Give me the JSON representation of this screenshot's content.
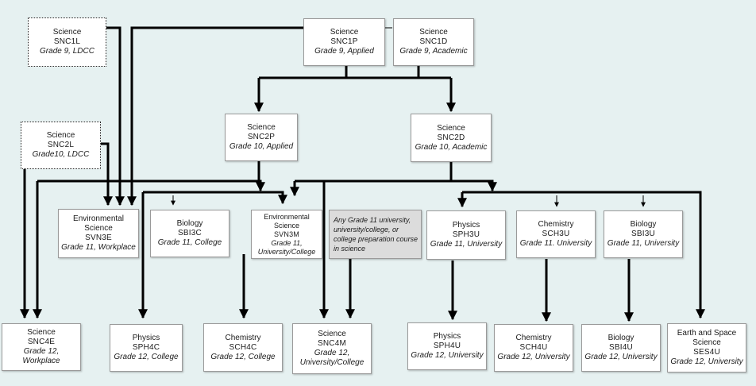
{
  "courses": {
    "snc1l": {
      "subject": "Science",
      "code": "SNC1L",
      "grade": "Grade 9, LDCC"
    },
    "snc1p": {
      "subject": "Science",
      "code": "SNC1P",
      "grade": "Grade 9, Applied"
    },
    "snc1d": {
      "subject": "Science",
      "code": "SNC1D",
      "grade": "Grade 9, Academic"
    },
    "snc2l": {
      "subject": "Science",
      "code": "SNC2L",
      "grade": "Grade10, LDCC"
    },
    "snc2p": {
      "subject": "Science",
      "code": "SNC2P",
      "grade": "Grade 10, Applied"
    },
    "snc2d": {
      "subject": "Science",
      "code": "SNC2D",
      "grade": "Grade 10, Academic"
    },
    "svn3e": {
      "subject": "Environmental Science",
      "code": "SVN3E",
      "grade": "Grade 11, Workplace"
    },
    "sbi3c": {
      "subject": "Biology",
      "code": "SBI3C",
      "grade": "Grade 11, College"
    },
    "svn3m": {
      "subject": "Environmental Science",
      "code": "SVN3M",
      "grade": "Grade 11, University/College"
    },
    "any11": {
      "text": "Any Grade 11 university, university/college, or college preparation course in science"
    },
    "sph3u": {
      "subject": "Physics",
      "code": "SPH3U",
      "grade": "Grade 11, University"
    },
    "sch3u": {
      "subject": "Chemistry",
      "code": "SCH3U",
      "grade": "Grade 11. University"
    },
    "sbi3u": {
      "subject": "Biology",
      "code": "SBI3U",
      "grade": "Grade 11, University"
    },
    "snc4e": {
      "subject": "Science",
      "code": "SNC4E",
      "grade": "Grade 12, Workplace"
    },
    "sph4c": {
      "subject": "Physics",
      "code": "SPH4C",
      "grade": "Grade 12, College"
    },
    "sch4c": {
      "subject": "Chemistry",
      "code": "SCH4C",
      "grade": "Grade 12, College"
    },
    "snc4m": {
      "subject": "Science",
      "code": "SNC4M",
      "grade": "Grade 12, University/College"
    },
    "sph4u": {
      "subject": "Physics",
      "code": "SPH4U",
      "grade": "Grade 12, University"
    },
    "sch4u": {
      "subject": "Chemistry",
      "code": "SCH4U",
      "grade": "Grade 12, University"
    },
    "sbi4u": {
      "subject": "Biology",
      "code": "SBI4U",
      "grade": "Grade 12, University"
    },
    "ses4u": {
      "subject": "Earth and Space Science",
      "code": "SES4U",
      "grade": "Grade 12, University"
    }
  },
  "colors": {
    "background": "#e6f1f1",
    "line": "#000000",
    "box": "#ffffff",
    "gray_box": "#dcdcdc"
  }
}
